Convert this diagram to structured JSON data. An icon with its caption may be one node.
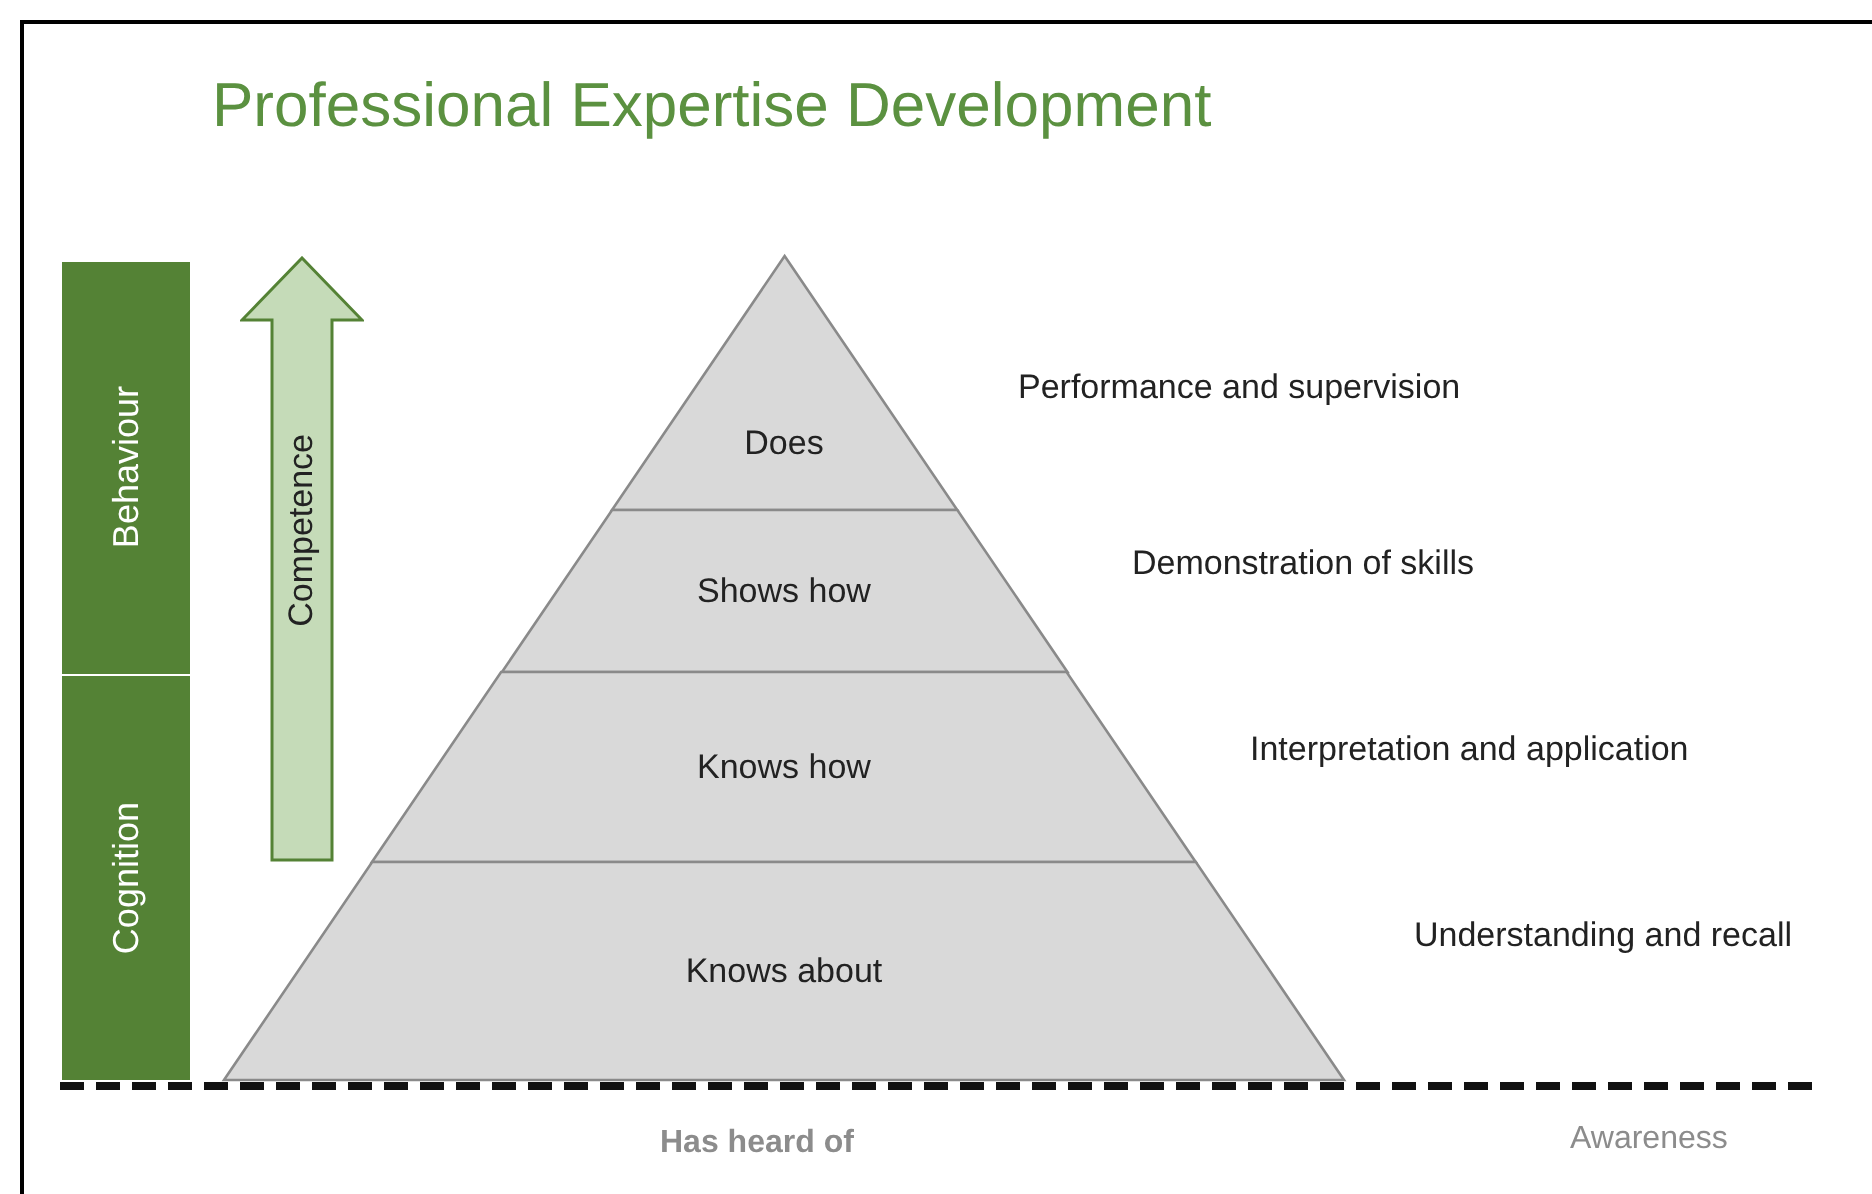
{
  "diagram": {
    "title": "Professional Expertise Development",
    "nodes": [
      {
        "text": [
          "Behaviour"
        ]
      },
      {
        "text": [
          "Cognition"
        ]
      },
      {
        "text": [
          "Competence"
        ]
      },
      {
        "text": [
          "Does"
        ]
      },
      {
        "text": [
          "Shows how"
        ]
      },
      {
        "text": [
          "Knows how"
        ]
      },
      {
        "text": [
          "Knows about"
        ]
      }
    ],
    "labels": [
      "Performance and supervision",
      "Demonstration of skills",
      "Interpretation and application",
      "Understanding and recall",
      "Has heard of",
      "Awareness"
    ]
  }
}
